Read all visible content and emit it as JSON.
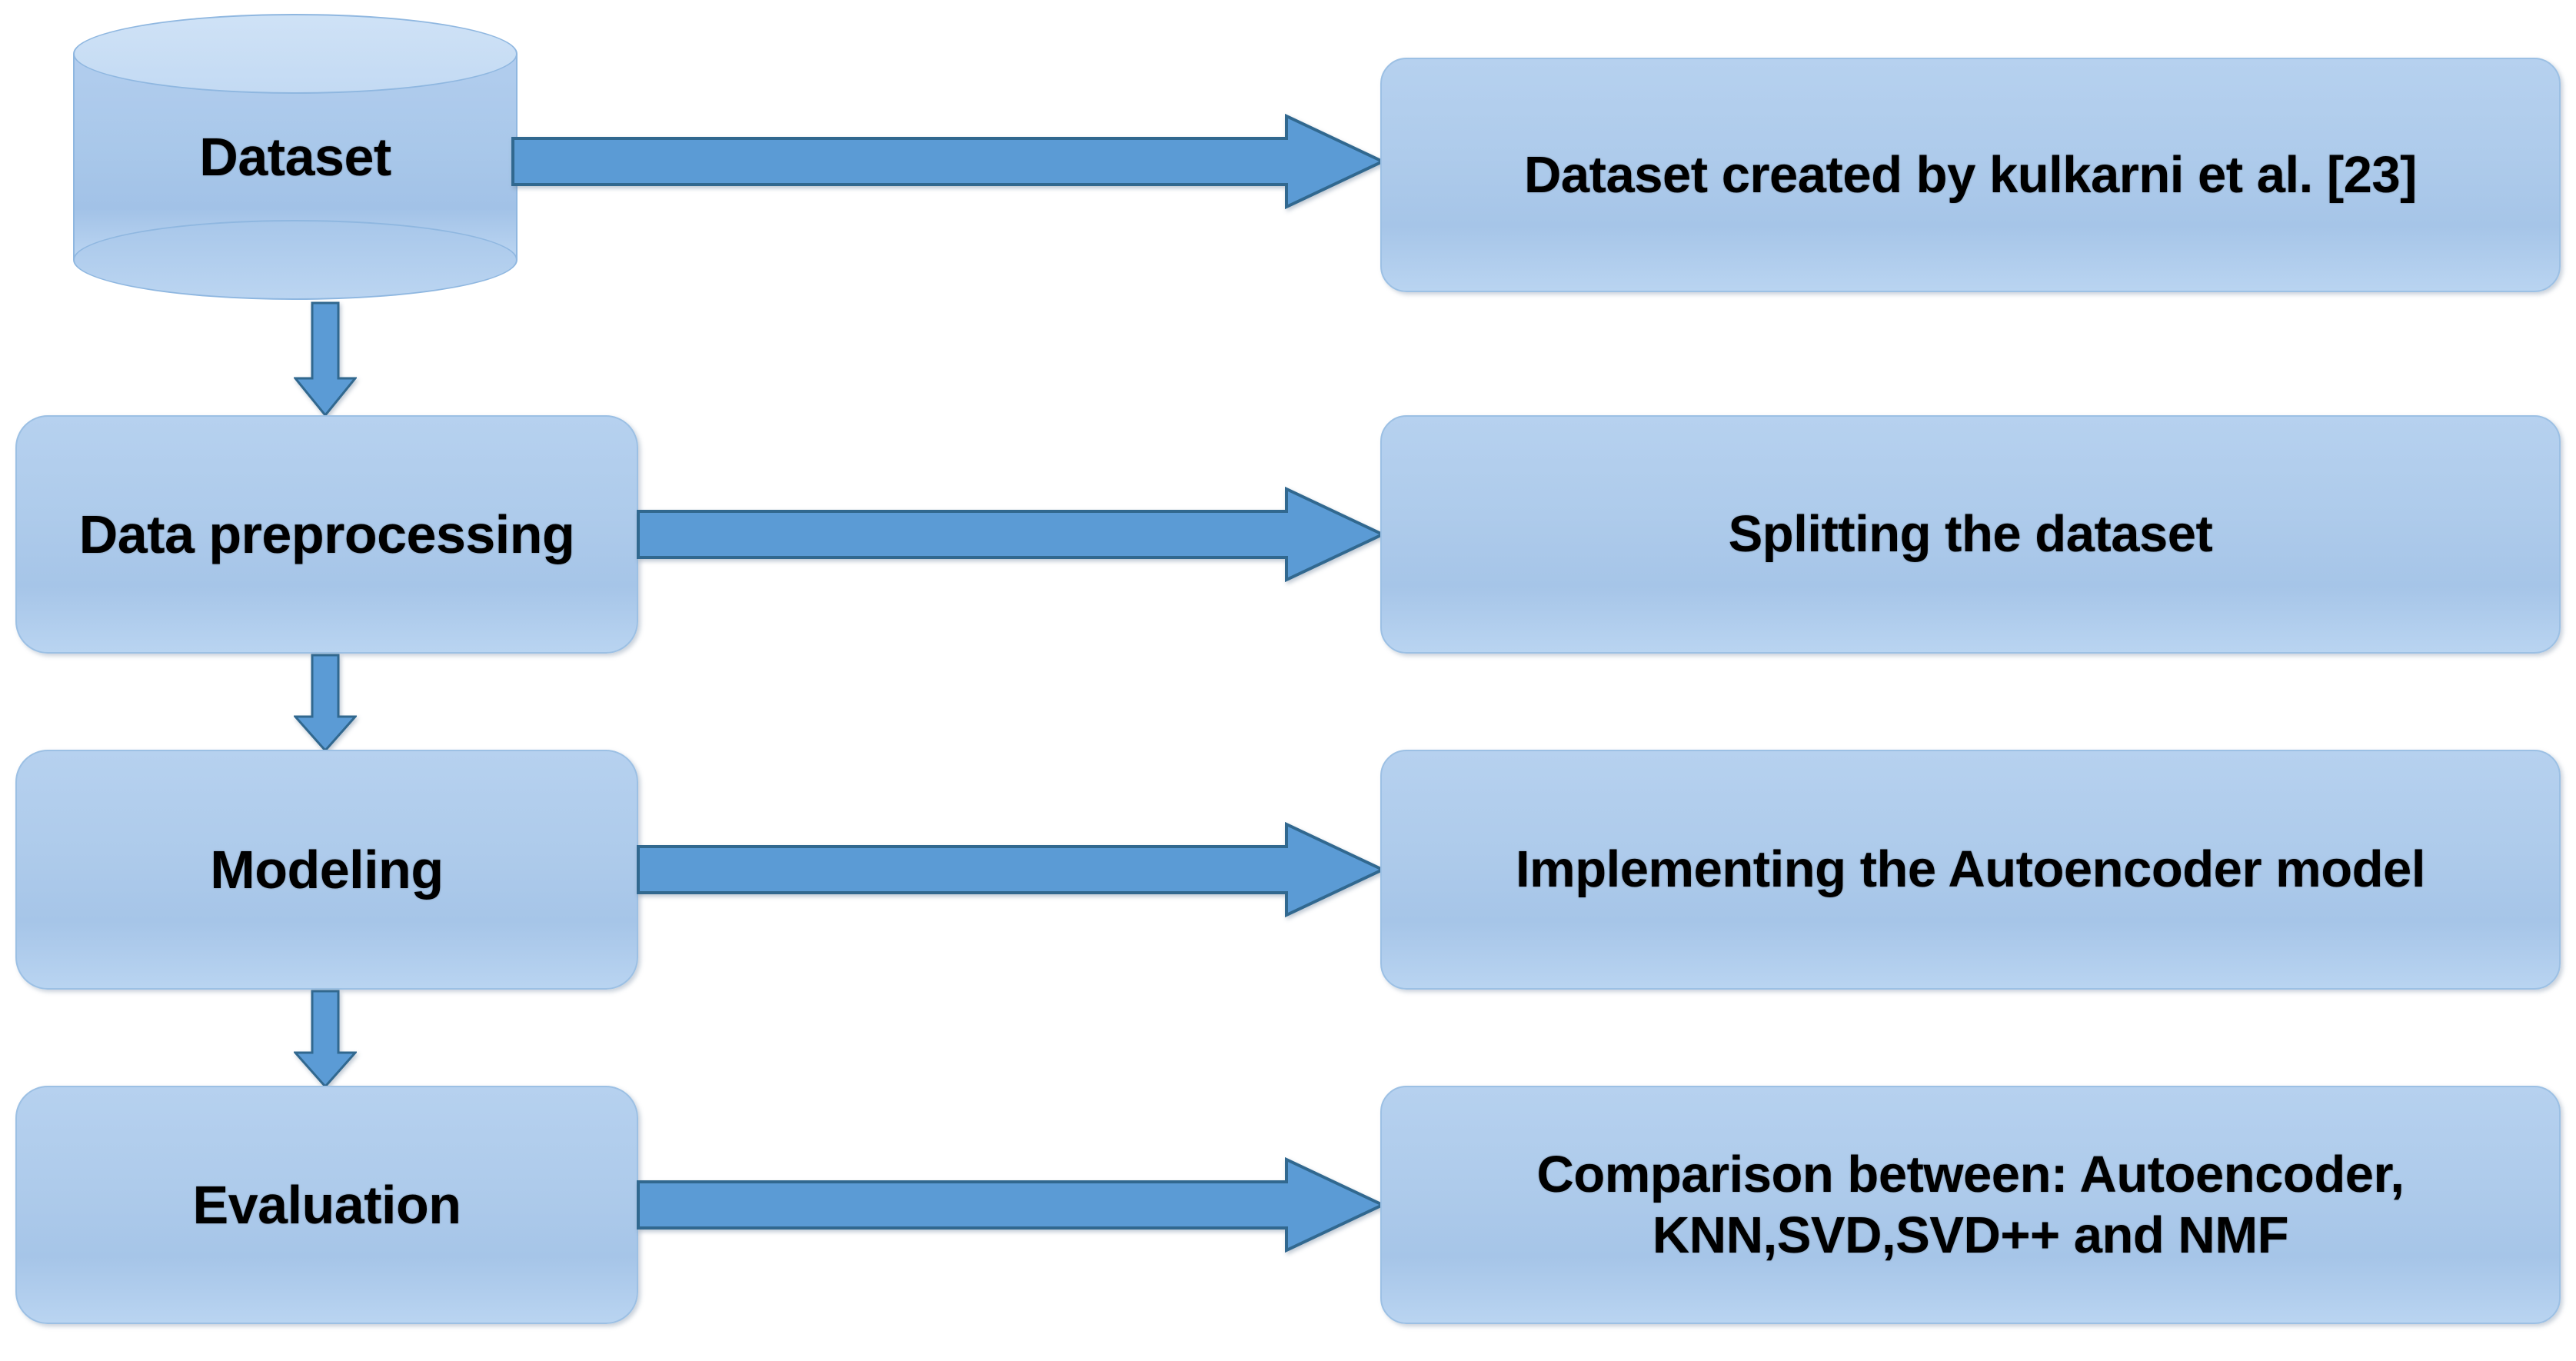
{
  "diagram": {
    "type": "flowchart",
    "title": "Research methodology flowchart",
    "colors": {
      "node_fill_light": "#b6d1ef",
      "node_fill_dark": "#a2c2e7",
      "node_border": "#9cc0e4",
      "arrow_fill": "#5b9bd5",
      "arrow_border": "#3a77ad",
      "text": "#000000",
      "background": "#ffffff"
    },
    "rows": [
      {
        "id": "row-dataset",
        "left": {
          "shape": "cylinder",
          "label": "Dataset"
        },
        "right": {
          "shape": "rounded-rect",
          "label": "Dataset created by kulkarni et al. [23]"
        },
        "connector_right": "block-arrow-right",
        "connector_down": "block-arrow-down"
      },
      {
        "id": "row-preprocessing",
        "left": {
          "shape": "rounded-rect",
          "label": "Data preprocessing"
        },
        "right": {
          "shape": "rounded-rect",
          "label": "Splitting the dataset"
        },
        "connector_right": "block-arrow-right",
        "connector_down": "block-arrow-down"
      },
      {
        "id": "row-modeling",
        "left": {
          "shape": "rounded-rect",
          "label": "Modeling"
        },
        "right": {
          "shape": "rounded-rect",
          "label": "Implementing the Autoencoder model"
        },
        "connector_right": "block-arrow-right",
        "connector_down": "block-arrow-down"
      },
      {
        "id": "row-evaluation",
        "left": {
          "shape": "rounded-rect",
          "label": "Evaluation"
        },
        "right": {
          "shape": "rounded-rect",
          "label": "Comparison between: Autoencoder,\nKNN,SVD,SVD++ and NMF"
        },
        "connector_right": "block-arrow-right",
        "connector_down": null
      }
    ]
  }
}
